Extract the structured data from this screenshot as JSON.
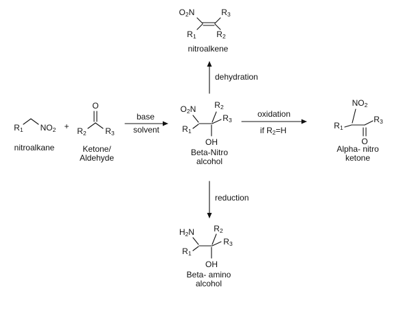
{
  "molecules": {
    "nitroalkene": {
      "o2n": "O_2N",
      "r3": "R_3",
      "r1": "R_1",
      "r2": "R_2",
      "caption": "nitroalkene"
    },
    "nitroalkane": {
      "r1": "R_1",
      "no2": "NO_2",
      "caption": "nitroalkane"
    },
    "ketone_aldehyde": {
      "o": "O",
      "r2": "R_2",
      "r3": "R_3",
      "caption_line1": "Ketone/",
      "caption_line2": "Aldehyde"
    },
    "beta_nitro_alcohol": {
      "o2n": "O_2N",
      "r2": "R_2",
      "r1": "R_1",
      "r3": "R_3",
      "oh": "OH",
      "caption_line1": "Beta-Nitro",
      "caption_line2": "alcohol"
    },
    "alpha_nitro_ketone": {
      "no2": "NO_2",
      "r1": "R_1",
      "r3": "R_3",
      "o": "O",
      "caption_line1": "Alpha- nitro",
      "caption_line2": "ketone"
    },
    "beta_amino_alcohol": {
      "h2n": "H_2N",
      "r2": "R_2",
      "r1": "R_1",
      "r3": "R_3",
      "oh": "OH",
      "caption_line1": "Beta- amino",
      "caption_line2": "alcohol"
    }
  },
  "operators": {
    "plus": "+"
  },
  "arrows": {
    "forward": {
      "label_top": "base",
      "label_bottom": "solvent"
    },
    "dehydration": {
      "label": "dehydration"
    },
    "oxidation": {
      "label_top": "oxidation",
      "label_bottom": "if R_2=H"
    },
    "reduction": {
      "label": "reduction"
    }
  },
  "colors": {
    "ink": "#111111",
    "background": "#ffffff"
  }
}
